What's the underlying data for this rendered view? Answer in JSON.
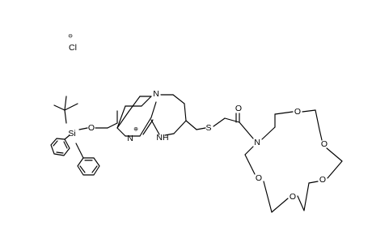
{
  "structure": {
    "counterion": {
      "symbol": "Cl",
      "charge": "⊖"
    },
    "cation_charge": "⊕",
    "atoms": {
      "o_silyl": "O",
      "si": "Si",
      "n_ring_top": "N",
      "n_plus": "N",
      "nh": "N​H",
      "s": "S",
      "o_carbonyl": "O",
      "n_crown": "N",
      "o_crown_1": "O",
      "o_crown_2": "O",
      "o_crown_3": "O",
      "o_crown_4": "O",
      "o_crown_5": "O"
    }
  }
}
